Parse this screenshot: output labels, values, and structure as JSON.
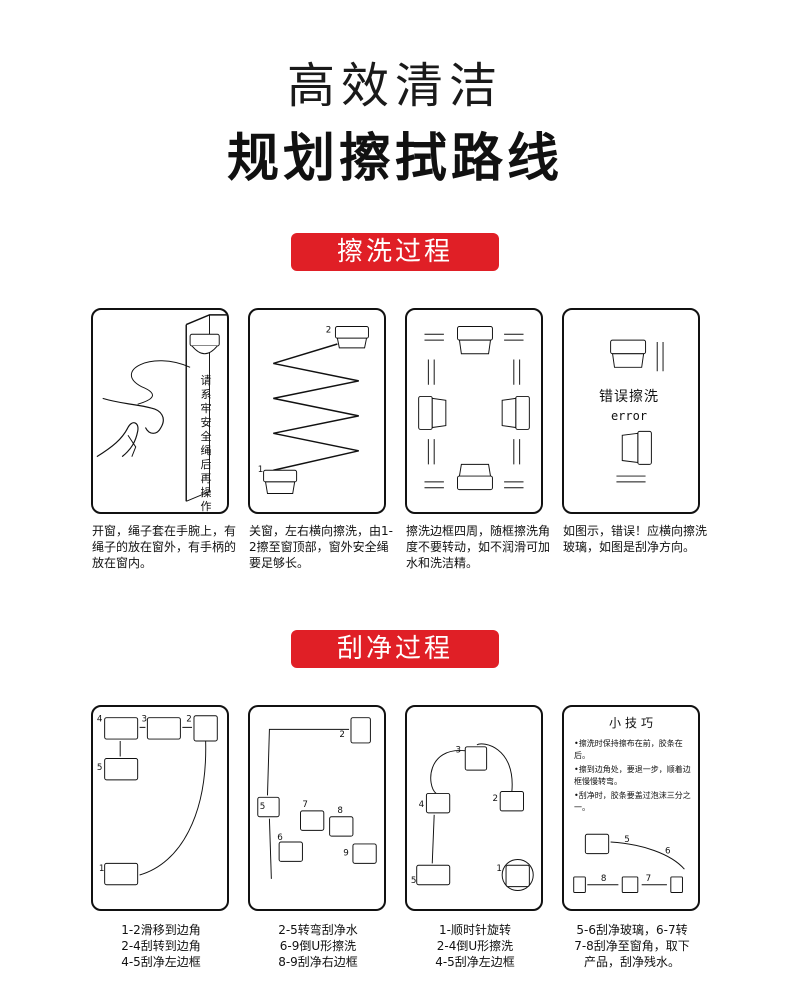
{
  "header": {
    "subtitle": "高效清洁",
    "title": "规划擦拭路线"
  },
  "sections": {
    "washing": {
      "label": "擦洗过程"
    },
    "scraping": {
      "label": "刮净过程"
    }
  },
  "washing_panels": [
    {
      "caption": "开窗，绳子套在手腕上，有绳子的放在窗外，有手柄的放在窗内。",
      "vertical_text": "请系牢安全绳后再操作"
    },
    {
      "caption": "关窗，左右横向擦洗，由1-2擦至窗顶部，窗外安全绳要足够长。",
      "markers": [
        "1",
        "2"
      ]
    },
    {
      "caption": "擦洗边框四周，随框擦洗角度不要转动，如不润滑可加水和洗洁精。"
    },
    {
      "caption": "如图示，错误！应横向擦洗玻璃，如图是刮净方向。",
      "error_label": "错误擦洗",
      "error_sub": "error"
    }
  ],
  "scraping_panels": [
    {
      "caption_lines": [
        "1-2滑移到边角",
        "2-4刮转到边角",
        "4-5刮净左边框"
      ],
      "markers": [
        "1",
        "2",
        "3",
        "4",
        "5"
      ]
    },
    {
      "caption_lines": [
        "2-5转弯刮净水",
        "6-9倒U形擦洗",
        "8-9刮净右边框"
      ],
      "markers": [
        "2",
        "5",
        "6",
        "7",
        "8",
        "9"
      ]
    },
    {
      "caption_lines": [
        "1-顺时针旋转",
        "2-4倒U形擦洗",
        "4-5刮净左边框"
      ],
      "markers": [
        "1",
        "2",
        "3",
        "4",
        "5"
      ]
    },
    {
      "caption_lines": [
        "5-6刮净玻璃，6-7转",
        "7-8刮净至窗角，取下",
        "产品，刮净残水。"
      ],
      "tips_title": "小技巧",
      "tips": [
        "•擦洗时保持擦布在前，胶条在后。",
        "•擦到边角处，要退一步，顺着边框慢慢转弯。",
        "•刮净时，胶条要盖过泡沫三分之一。"
      ],
      "markers": [
        "5",
        "6",
        "7",
        "8"
      ]
    }
  ]
}
